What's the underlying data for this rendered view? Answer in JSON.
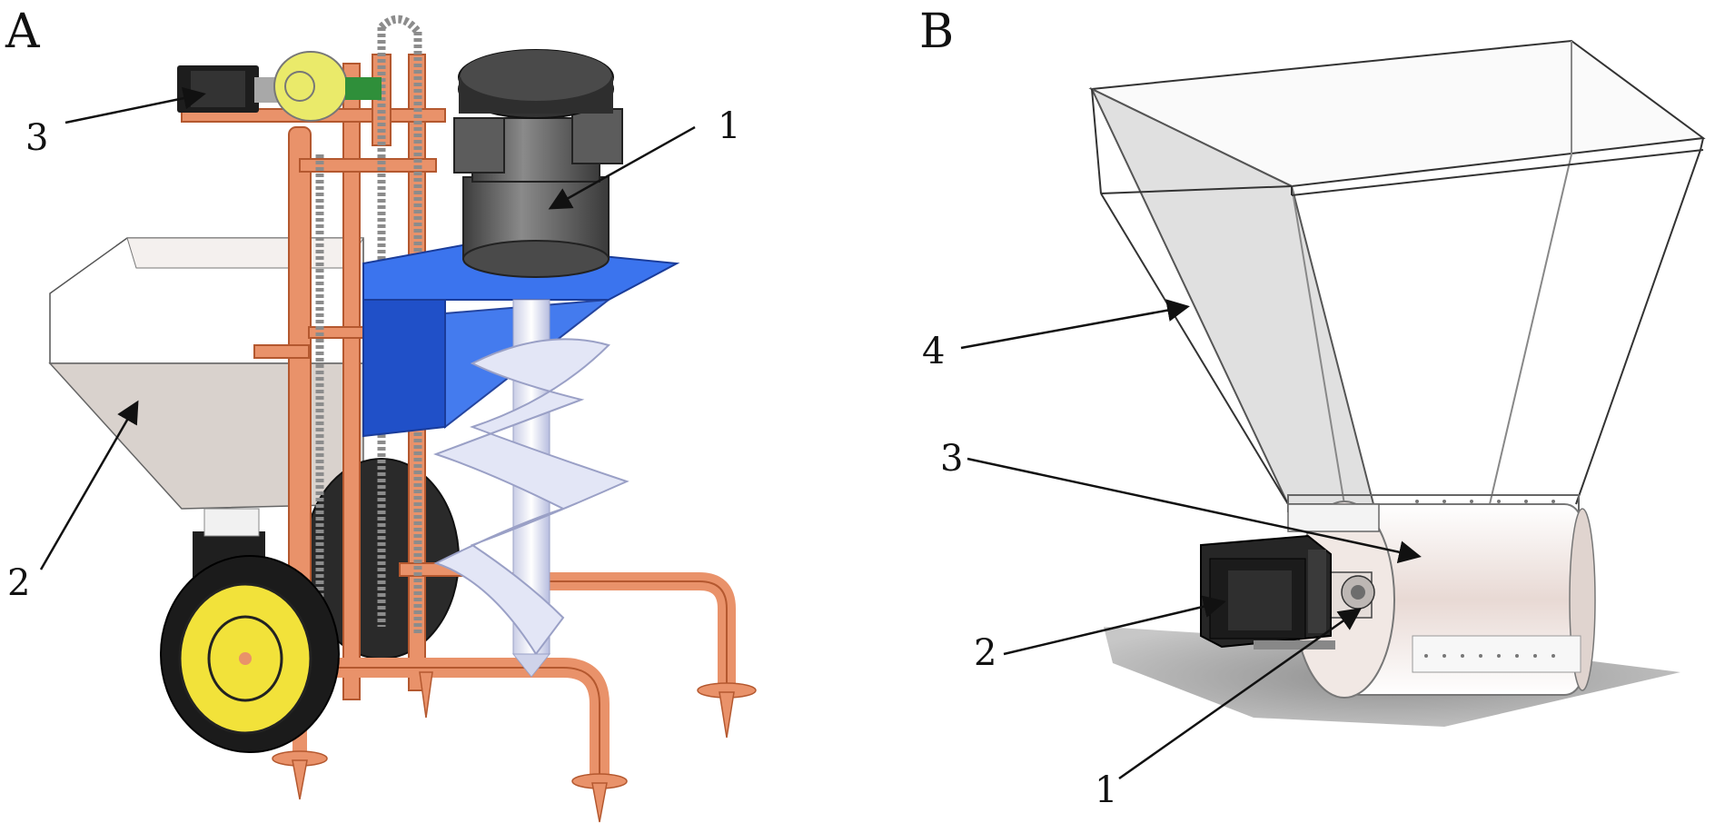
{
  "panels": [
    {
      "id": "A",
      "label": "A",
      "callouts": [
        {
          "label": "1",
          "part": "motor"
        },
        {
          "label": "2",
          "part": "hopper"
        },
        {
          "label": "3",
          "part": "servo-motor"
        }
      ]
    },
    {
      "id": "B",
      "label": "B",
      "callouts": [
        {
          "label": "1",
          "part": "coupling"
        },
        {
          "label": "2",
          "part": "stepper-motor"
        },
        {
          "label": "3",
          "part": "seed-roller"
        },
        {
          "label": "4",
          "part": "hopper"
        }
      ]
    }
  ],
  "colors": {
    "frame": "#e9926a",
    "frame_dark": "#b4582f",
    "bracket": "#2f5fe0",
    "motor": "#6b6b6b",
    "wheel_hub": "#f2e23a",
    "gearbox": "#eaea6a",
    "hopper_fill": "#d9d2cd",
    "auger": "#dfe3f3"
  }
}
